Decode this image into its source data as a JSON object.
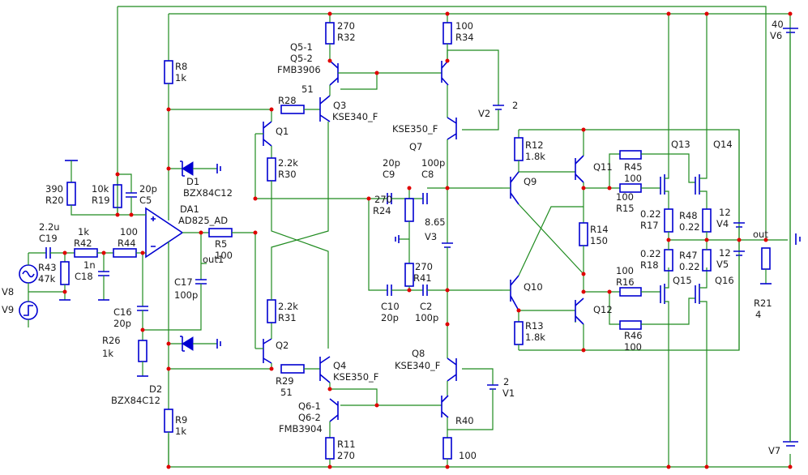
{
  "labels": {
    "r32": "R32",
    "r32v": "270",
    "r34": "R34",
    "r34v": "100",
    "q5a": "Q5-1",
    "q5b": "Q5-2",
    "q5t": "FMB3906",
    "r28v": "51",
    "r28": "R28",
    "q3": "Q3",
    "q3t": "KSE340_F",
    "q1": "Q1",
    "r8": "R8",
    "r8v": "1k",
    "r30v": "2.2k",
    "r30": "R30",
    "v2": "V2",
    "v2v": "2",
    "q7t": "KSE350_F",
    "q7": "Q7",
    "d1": "D1",
    "d1t": "BZX84C12",
    "da1": "DA1",
    "da1t": "AD825_AD",
    "r20v": "390",
    "r20": "R20",
    "r19v": "10k",
    "r19": "R19",
    "c5v": "20p",
    "c5": "C5",
    "c19v": "2.2u",
    "c19": "C19",
    "r42v": "1k",
    "r42": "R42",
    "r44v": "100",
    "r44": "R44",
    "c18v": "1n",
    "c18": "C18",
    "r43": "R43",
    "r43v": "47k",
    "v8": "V8",
    "v9": "V9",
    "r5": "R5",
    "r5v": "100",
    "out1": "out1",
    "c17": "C17",
    "c17v": "100p",
    "c16": "C16",
    "c16v": "20p",
    "r26": "R26",
    "r26v": "1k",
    "d2": "D2",
    "d2t": "BZX84C12",
    "c9v": "20p",
    "c9": "C9",
    "c8v": "100p",
    "c8": "C8",
    "r24v": "270",
    "r24": "R24",
    "v3v": "8.65",
    "v3": "V3",
    "r41v": "270",
    "r41": "R41",
    "c10": "C10",
    "c10v": "20p",
    "c2": "C2",
    "c2v": "100p",
    "r12": "R12",
    "r12v": "1.8k",
    "q11": "Q11",
    "q9": "Q9",
    "r45": "R45",
    "r45v": "100",
    "r15v": "100",
    "r15": "R15",
    "q13": "Q13",
    "q14": "Q14",
    "r14": "R14",
    "r14v": "150",
    "r17v": "0.22",
    "r17": "R17",
    "r48": "R48",
    "r48v": "0.22",
    "v4v": "12",
    "v4": "V4",
    "out": "out",
    "r18v": "0.22",
    "r18": "R18",
    "r47": "R47",
    "r47v": "0.22",
    "v5v": "12",
    "v5": "V5",
    "q10": "Q10",
    "r16v": "100",
    "r16": "R16",
    "q15": "Q15",
    "q16": "Q16",
    "q12": "Q12",
    "r13": "R13",
    "r13v": "1.8k",
    "r46": "R46",
    "r46v": "100",
    "r21": "R21",
    "r21v": "4",
    "v6v": "40",
    "v6": "V6",
    "v7": "V7",
    "r31v": "2.2k",
    "r31": "R31",
    "q2": "Q2",
    "r29": "R29",
    "r29v": "51",
    "q4": "Q4",
    "q4t": "KSE350_F",
    "q8": "Q8",
    "q8t": "KSE340_F",
    "v1v": "2",
    "v1": "V1",
    "q6a": "Q6-1",
    "q6b": "Q6-2",
    "q6t": "FMB3904",
    "r40": "R40",
    "r40v": "100",
    "r9": "R9",
    "r9v": "1k",
    "r11": "R11",
    "r11v": "270"
  }
}
